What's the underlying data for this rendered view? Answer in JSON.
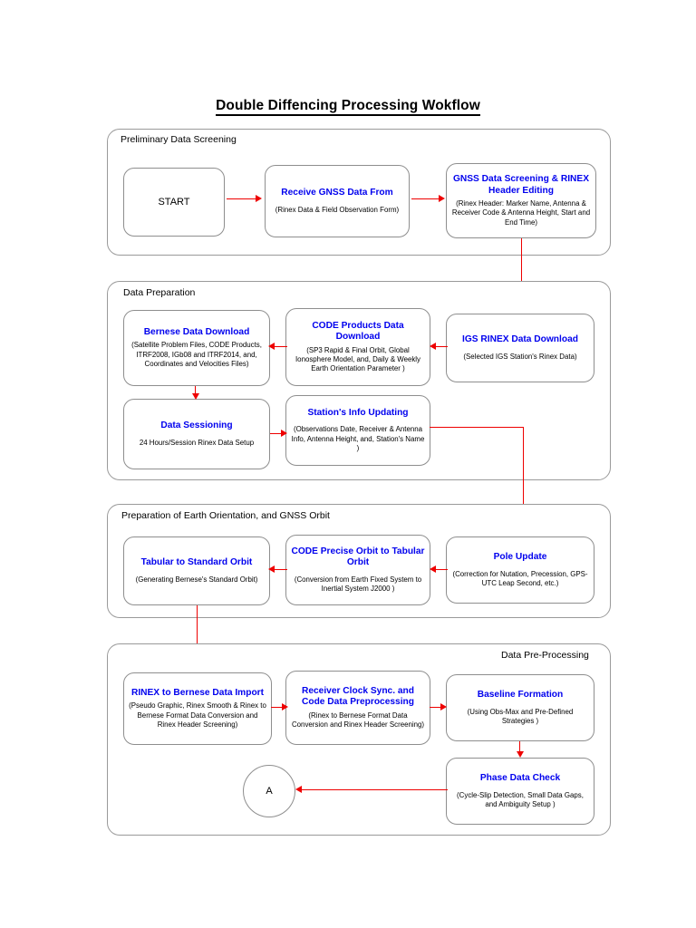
{
  "title": "Double Diffencing Processing Wokflow",
  "accent_blue": "#0000EE",
  "arrow_red": "#EE0000",
  "border_gray": "#8E8E8E",
  "sections": [
    {
      "id": "preliminary",
      "label": "Preliminary Data Screening"
    },
    {
      "id": "preparation",
      "label": "Data Preparation"
    },
    {
      "id": "orbit",
      "label": "Preparation of Earth Orientation, and GNSS Orbit"
    },
    {
      "id": "preprocessing",
      "label": "Data Pre-Processing"
    }
  ],
  "nodes": {
    "start": {
      "head": "START",
      "sub": ""
    },
    "receive_gnss": {
      "head": "Receive GNSS Data From",
      "sub": "(Rinex Data & Field Observation Form)"
    },
    "gnss_screening": {
      "head": "GNSS Data Screening & RINEX Header Editing",
      "sub": "(Rinex Header: Marker Name, Antenna & Receiver Code & Antenna Height, Start and End Time)"
    },
    "bernese_download": {
      "head": "Bernese Data Download",
      "sub": "(Satellite Problem Files, CODE Products, ITRF2008, IGb08 and ITRF2014, and,  Coordinates and Velocities Files)"
    },
    "code_products": {
      "head": "CODE Products Data Download",
      "sub": "(SP3 Rapid & Final Orbit, Global Ionosphere Model, and, Daily & Weekly Earth Orientation Parameter )"
    },
    "igs_rinex": {
      "head": "IGS RINEX Data Download",
      "sub": "(Selected IGS Station's Rinex Data)"
    },
    "data_sessioning": {
      "head": "Data Sessioning",
      "sub": "24 Hours/Session Rinex Data Setup"
    },
    "station_info": {
      "head": "Station's Info Updating",
      "sub": "(Observations Date, Receiver & Antenna Info, Antenna Height, and, Station's Name )"
    },
    "tabular_standard": {
      "head": "Tabular to Standard Orbit",
      "sub": "(Generating Bernese's Standard Orbit)"
    },
    "code_precise": {
      "head": "CODE Precise Orbit to Tabular Orbit",
      "sub": "(Conversion from Earth Fixed System to Inertial System J2000  )"
    },
    "pole_update": {
      "head": "Pole Update",
      "sub": "(Correction for Nutation, Precession, GPS-UTC Leap Second, etc.)"
    },
    "rinex_import": {
      "head": "RINEX to Bernese Data Import",
      "sub": "(Pseudo Graphic, Rinex Smooth & Rinex to Bernese Format Data Conversion and Rinex Header Screening)"
    },
    "clock_sync": {
      "head": "Receiver Clock Sync. and Code Data Preprocessing",
      "sub": "(Rinex to Bernese Format Data Conversion and Rinex Header Screening)"
    },
    "baseline": {
      "head": "Baseline Formation",
      "sub": "(Using Obs-Max and Pre-Defined Strategies )"
    },
    "phase_check": {
      "head": "Phase Data Check",
      "sub": "(Cycle-Slip Detection, Small Data Gaps, and Ambiguity Setup )"
    },
    "connector_a": {
      "head": "A",
      "sub": ""
    }
  },
  "chart_data": {
    "type": "flowchart",
    "title": "Double Diffencing Processing Wokflow",
    "edges": [
      {
        "from": "start",
        "to": "receive_gnss",
        "direction": "right"
      },
      {
        "from": "receive_gnss",
        "to": "gnss_screening",
        "direction": "right"
      },
      {
        "from": "gnss_screening",
        "to": "igs_rinex",
        "direction": "down"
      },
      {
        "from": "igs_rinex",
        "to": "code_products",
        "direction": "left"
      },
      {
        "from": "code_products",
        "to": "bernese_download",
        "direction": "left"
      },
      {
        "from": "bernese_download",
        "to": "data_sessioning",
        "direction": "down"
      },
      {
        "from": "data_sessioning",
        "to": "station_info",
        "direction": "right"
      },
      {
        "from": "station_info",
        "to": "pole_update",
        "direction": "right-down"
      },
      {
        "from": "pole_update",
        "to": "code_precise",
        "direction": "left"
      },
      {
        "from": "code_precise",
        "to": "tabular_standard",
        "direction": "left"
      },
      {
        "from": "tabular_standard",
        "to": "rinex_import",
        "direction": "down"
      },
      {
        "from": "rinex_import",
        "to": "clock_sync",
        "direction": "right"
      },
      {
        "from": "clock_sync",
        "to": "baseline",
        "direction": "right"
      },
      {
        "from": "baseline",
        "to": "phase_check",
        "direction": "down"
      },
      {
        "from": "phase_check",
        "to": "connector_a",
        "direction": "left"
      }
    ]
  }
}
